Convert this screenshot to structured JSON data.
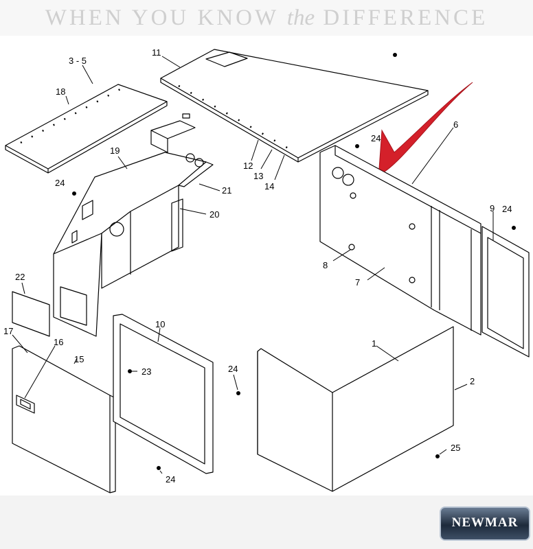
{
  "banner": {
    "left": "WHEN YOU KNOW",
    "middle": "the",
    "right": "DIFFERENCE"
  },
  "brand": {
    "logo_text": "NEWMAR"
  },
  "callouts": {
    "c1": "1",
    "c2": "2",
    "c3_5": "3 - 5",
    "c6": "6",
    "c7": "7",
    "c8": "8",
    "c9": "9",
    "c10": "10",
    "c11": "11",
    "c12": "12",
    "c13": "13",
    "c14": "14",
    "c15": "15",
    "c16": "16",
    "c17": "17",
    "c18": "18",
    "c19": "19",
    "c20": "20",
    "c21": "21",
    "c22": "22",
    "c23": "23",
    "c24_a": "24",
    "c24_b": "24",
    "c24_c": "24",
    "c24_d": "24",
    "c24_e": "24",
    "c25": "25"
  },
  "colors": {
    "arrow": "#d4202a",
    "line": "#000000",
    "banner_text": "#cfcfcf"
  }
}
